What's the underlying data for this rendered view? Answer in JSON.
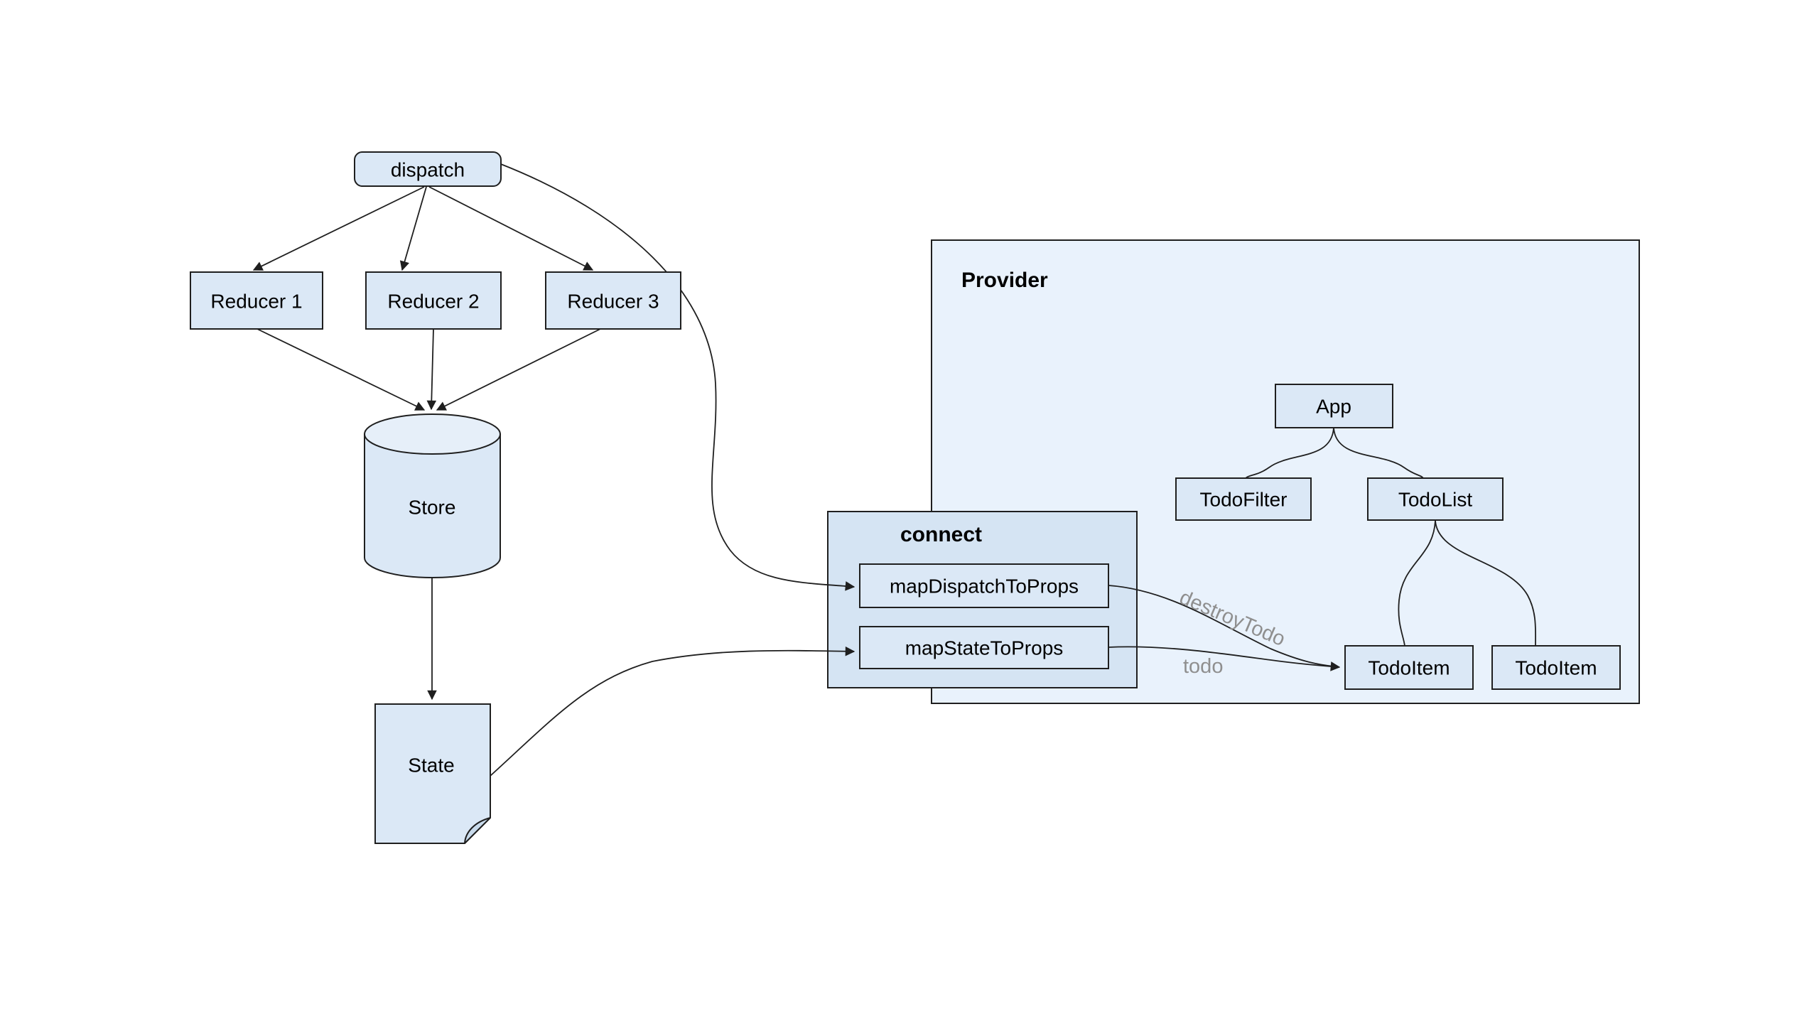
{
  "colors": {
    "background": "#ffffff",
    "node_fill": "#dbe8f6",
    "node_stroke": "#1f1f1f",
    "provider_fill": "#e9f2fc",
    "connect_fill": "#d5e4f3",
    "cylinder_top_fill": "#e6eff9",
    "fold_fill": "#c8daeb",
    "edge_color": "#1f1f1f",
    "edge_label_color": "#8f8f8f",
    "text_color": "#000000"
  },
  "containers": {
    "provider": {
      "label": "Provider"
    },
    "connect": {
      "label": "connect"
    }
  },
  "nodes": {
    "dispatch": {
      "label": "dispatch"
    },
    "reducer1": {
      "label": "Reducer 1"
    },
    "reducer2": {
      "label": "Reducer 2"
    },
    "reducer3": {
      "label": "Reducer 3"
    },
    "store": {
      "label": "Store"
    },
    "state": {
      "label": "State"
    },
    "map_dispatch_to_props": {
      "label": "mapDispatchToProps"
    },
    "map_state_to_props": {
      "label": "mapStateToProps"
    },
    "app": {
      "label": "App"
    },
    "todo_filter": {
      "label": "TodoFilter"
    },
    "todo_list": {
      "label": "TodoList"
    },
    "todo_item_left": {
      "label": "TodoItem"
    },
    "todo_item_right": {
      "label": "TodoItem"
    }
  },
  "edge_labels": {
    "destroy_todo": "destroyTodo",
    "todo": "todo"
  }
}
